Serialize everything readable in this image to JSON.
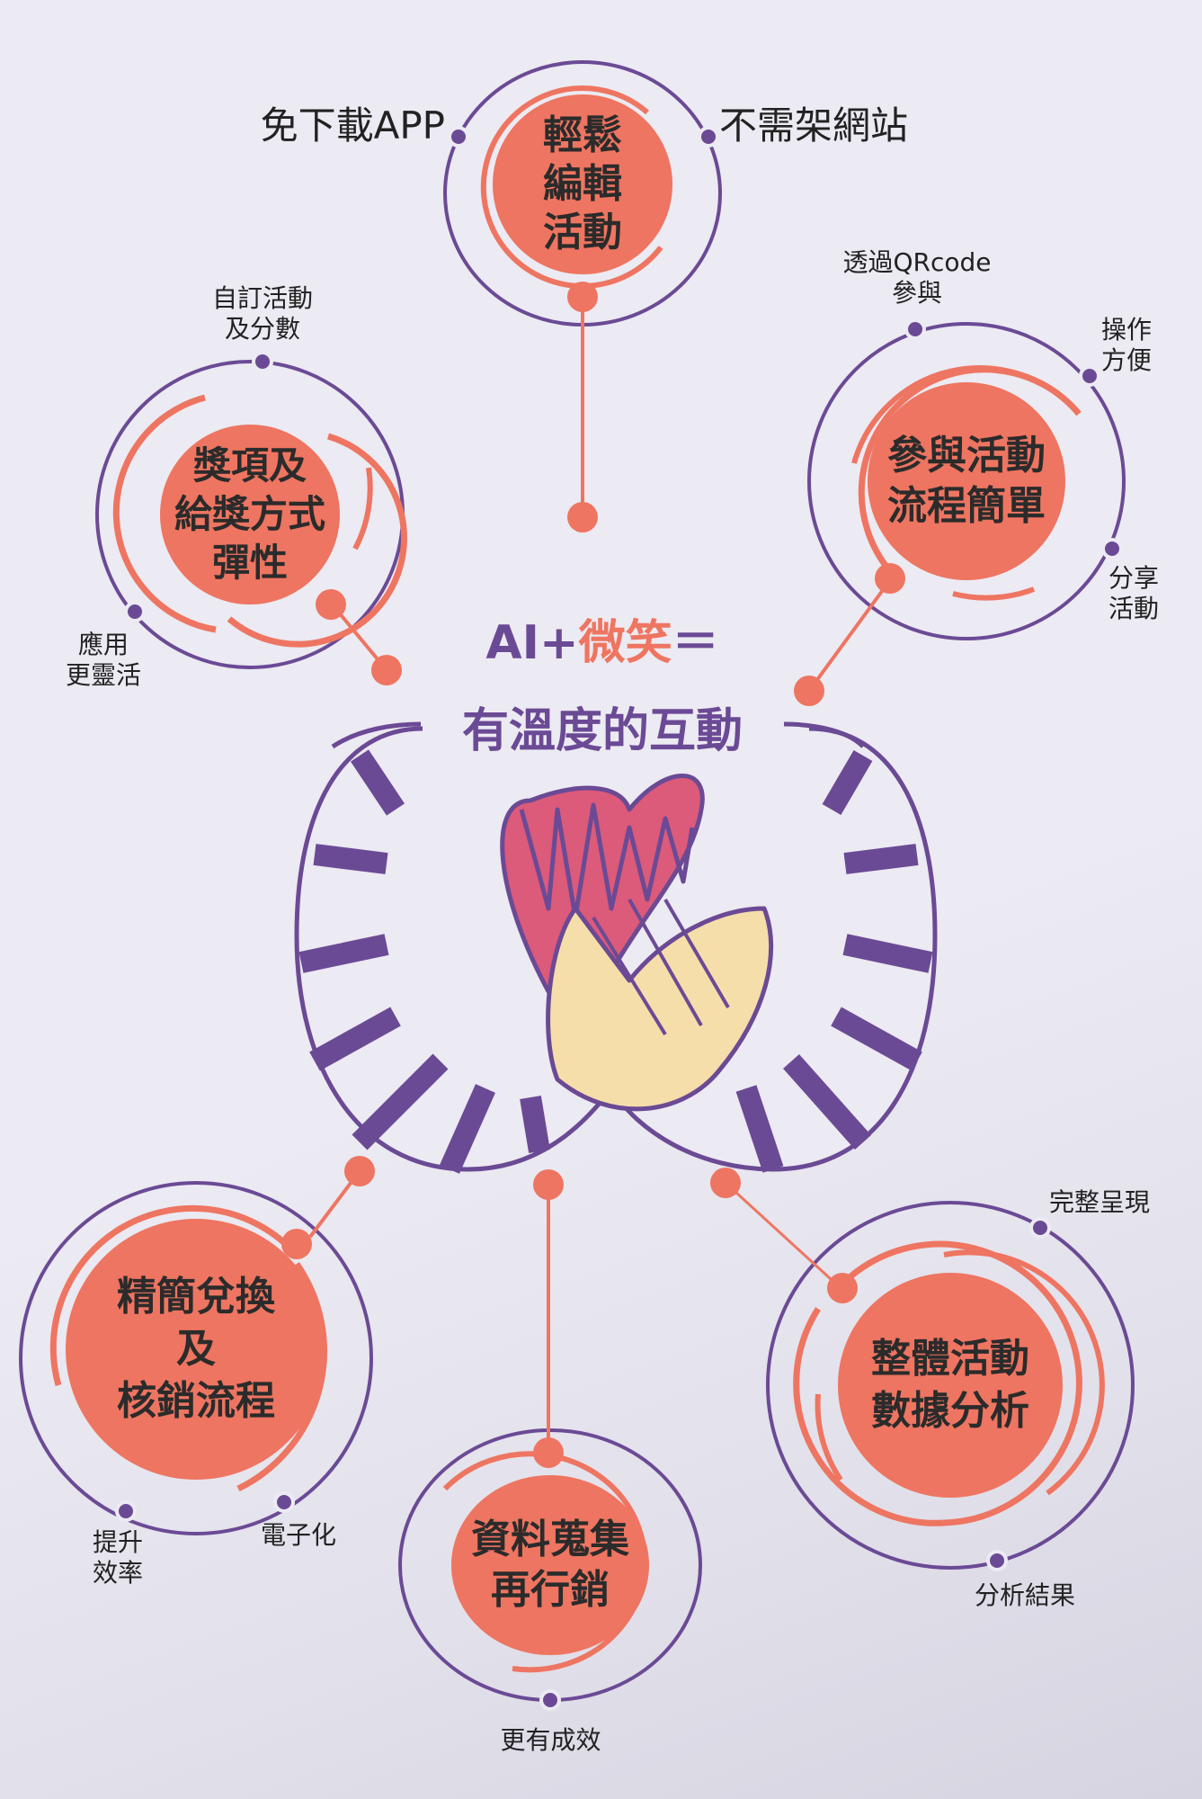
{
  "colors": {
    "purple": "#6b4a95",
    "coral": "#ee7561",
    "heart_pink": "#dc5a7a",
    "skin": "#f5deaa",
    "text": "#2b2b2b",
    "background": "#eceaf2"
  },
  "title": {
    "part1": "AI+",
    "part2": "微笑",
    "part3": "＝",
    "line2": "有溫度的互動"
  },
  "nodes": [
    {
      "id": "top",
      "core": "輕鬆\n編輯\n活動",
      "tags": [
        "免下載APP",
        "不需架網站"
      ]
    },
    {
      "id": "left",
      "core": "獎項及\n給獎方式\n彈性",
      "tags": [
        "自訂活動\n及分數",
        "應用\n更靈活"
      ]
    },
    {
      "id": "right",
      "core": "參與活動\n流程簡單",
      "tags": [
        "透過QRcode\n參與",
        "操作\n方便",
        "分享\n活動"
      ]
    },
    {
      "id": "bottom-left",
      "core": "精簡兌換\n及\n核銷流程",
      "tags": [
        "提升\n效率",
        "電子化"
      ]
    },
    {
      "id": "bottom-center",
      "core": "資料蒐集\n再行銷",
      "tags": [
        "更有成效"
      ]
    },
    {
      "id": "bottom-right",
      "core": "整體活動\n數據分析",
      "tags": [
        "完整呈現",
        "分析結果"
      ]
    }
  ],
  "illustration": {
    "icon": "hands-heart-hug-icon"
  }
}
